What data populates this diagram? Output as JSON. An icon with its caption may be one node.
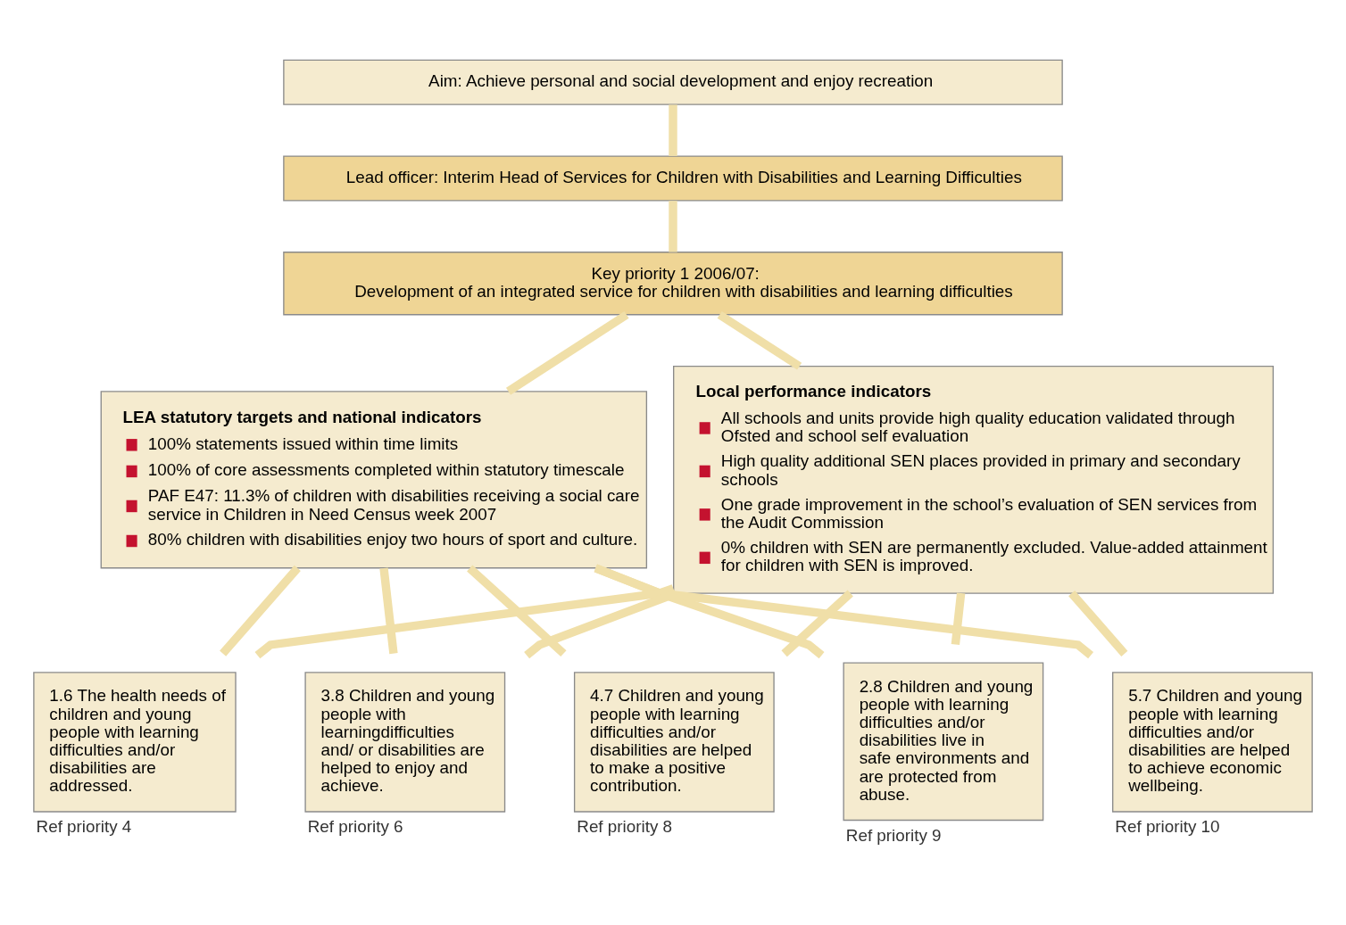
{
  "diagram": {
    "nodes": [
      {
        "text": [
          "Aim: Achieve personal and social development and enjoy recreation"
        ]
      },
      {
        "text": [
          "Lead officer: Interim Head of Services for Children with Disabilities and Learning Difficulties"
        ]
      },
      {
        "text": [
          "Key priority 1 2006/07:",
          "Development of an integrated service for children with disabilities and learning difficulties"
        ]
      },
      {
        "text": [
          "LEA statutory targets and national indicators",
          "100% statements issued within time limits",
          "100% of core assessments completed within statutory timescale",
          "PAF E47: 11.3% of children with disabilities receiving a social care service in Children in Need Census week 2007",
          "80% children with disabilities enjoy two hours of sport and culture."
        ]
      },
      {
        "text": [
          "Local performance indicators",
          "All schools and units provide high quality education validated through Ofsted and school self evaluation",
          "High quality additional SEN places provided in primary and secondary schools",
          "One grade improvement in the school’s evaluation of SEN services from the Audit Commission",
          "0% children with SEN are permanently excluded. Value-added attainment for children with SEN is improved."
        ]
      },
      {
        "text": [
          "1.6 The health needs of children and young people with learning difficulties and/or disabilities are addressed."
        ],
        "beside": [
          "Ref priority 4"
        ]
      },
      {
        "text": [
          "3.8 Children and young people with learningdifficulties and/ or disabilities are helped to enjoy and achieve."
        ],
        "beside": [
          "Ref priority 6"
        ]
      },
      {
        "text": [
          "4.7 Children and young people with learning difficulties and/or disabilities are helped to make a positive contribution."
        ],
        "beside": [
          "Ref priority 8"
        ]
      },
      {
        "text": [
          "2.8 Children and young people with learning difficulties and/or disabilities live in safe environments and are protected from abuse."
        ],
        "beside": [
          "Ref priority 9"
        ]
      },
      {
        "text": [
          "5.7 Children and young people with learning difficulties and/or disabilities are helped to achieve economic wellbeing."
        ],
        "beside": [
          "Ref priority 10"
        ]
      }
    ],
    "edges": [
      {
        "from": 0,
        "to": 1,
        "arrow": "none"
      },
      {
        "from": 1,
        "to": 2,
        "arrow": "none"
      },
      {
        "from": 2,
        "to": 3,
        "arrow": "none"
      },
      {
        "from": 2,
        "to": 4,
        "arrow": "none"
      },
      {
        "from": 3,
        "to": 5,
        "arrow": "none"
      },
      {
        "from": 3,
        "to": 6,
        "arrow": "none"
      },
      {
        "from": 3,
        "to": 7,
        "arrow": "none"
      },
      {
        "from": 3,
        "to": 8,
        "arrow": "none"
      },
      {
        "from": 3,
        "to": 9,
        "arrow": "none"
      },
      {
        "from": 4,
        "to": 5,
        "arrow": "none"
      },
      {
        "from": 4,
        "to": 6,
        "arrow": "none"
      },
      {
        "from": 4,
        "to": 7,
        "arrow": "none"
      },
      {
        "from": 4,
        "to": 8,
        "arrow": "none"
      },
      {
        "from": 4,
        "to": 9,
        "arrow": "none"
      }
    ]
  }
}
